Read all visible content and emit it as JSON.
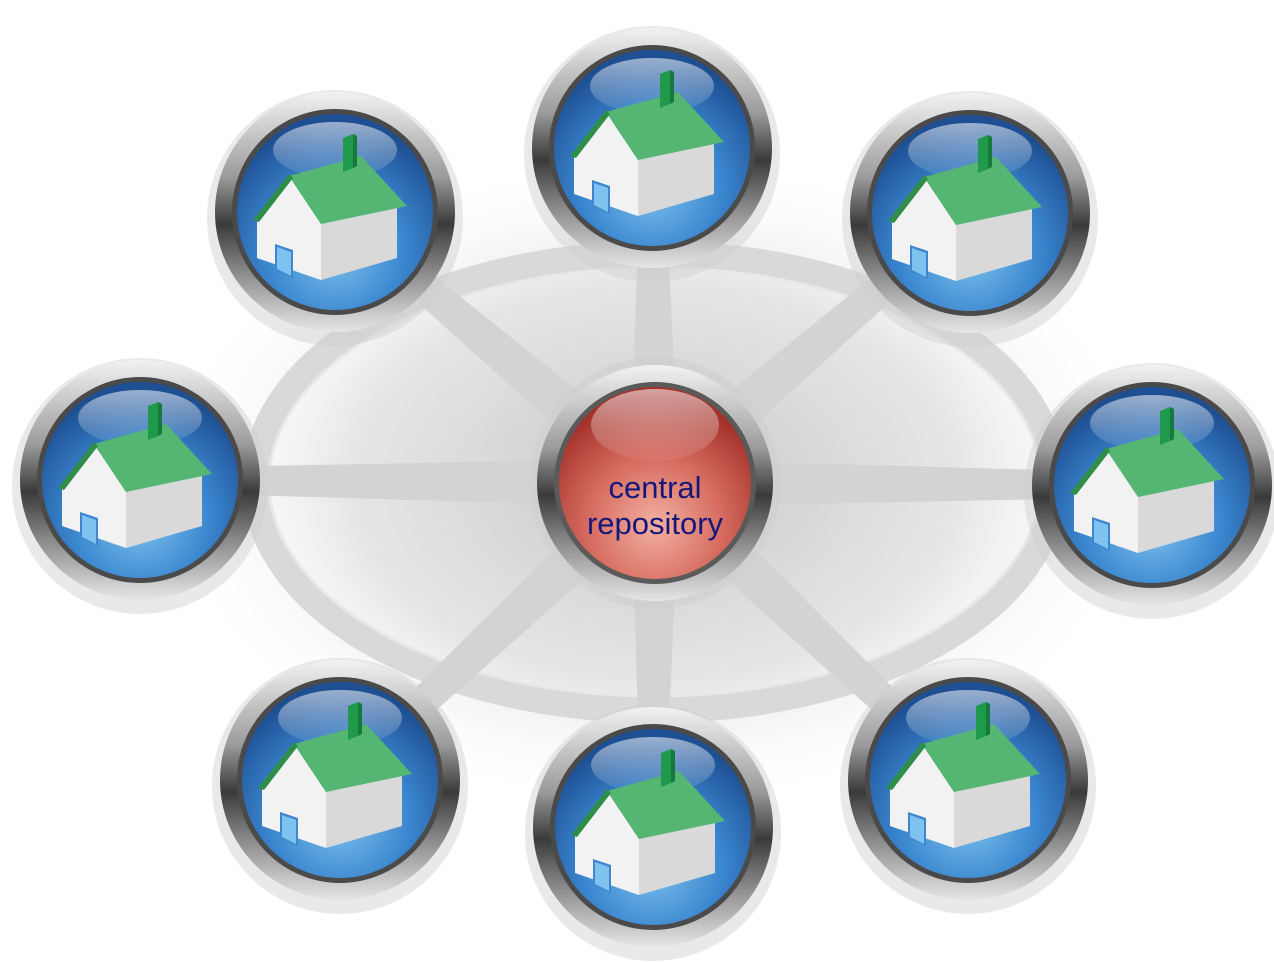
{
  "diagram": {
    "hub": {
      "line1": "central",
      "line2": "repository",
      "icon": "central-repository-node"
    },
    "spokes": [
      {
        "id": "top",
        "icon": "house-icon"
      },
      {
        "id": "top-right",
        "icon": "house-icon"
      },
      {
        "id": "right",
        "icon": "house-icon"
      },
      {
        "id": "bottom-right",
        "icon": "house-icon"
      },
      {
        "id": "bottom",
        "icon": "house-icon"
      },
      {
        "id": "bottom-left",
        "icon": "house-icon"
      },
      {
        "id": "left",
        "icon": "house-icon"
      },
      {
        "id": "top-left",
        "icon": "house-icon"
      }
    ],
    "colors": {
      "hub": "#c8584f",
      "node": "#3f86cf",
      "roof": "#55b572",
      "chimney": "#1f9a4c",
      "wall": "#f2f2f2",
      "connector": "#d3d3d3",
      "label": "#17177a"
    }
  }
}
